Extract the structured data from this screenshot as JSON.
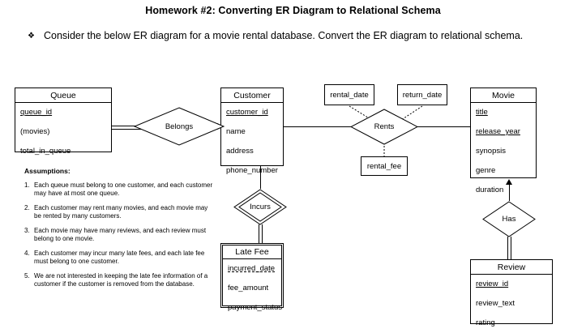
{
  "header": {
    "title": "Homework #2: Converting ER Diagram to Relational Schema",
    "bullet_glyph": "❖",
    "bullet_text": "Consider the below ER diagram for a movie rental database. Convert the ER diagram to relational schema."
  },
  "diagram": {
    "entities": [
      {
        "id": "queue",
        "name": "Queue",
        "weak": false,
        "attributes": [
          {
            "label": "queue_id",
            "key": true
          },
          {
            "label": "(movies)",
            "key": false
          },
          {
            "label": "total_in_queue",
            "key": false
          }
        ]
      },
      {
        "id": "customer",
        "name": "Customer",
        "weak": false,
        "attributes": [
          {
            "label": "customer_id",
            "key": true
          },
          {
            "label": "name",
            "key": false
          },
          {
            "label": "address",
            "key": false
          },
          {
            "label": "phone_number",
            "key": false
          }
        ]
      },
      {
        "id": "movie",
        "name": "Movie",
        "weak": false,
        "attributes": [
          {
            "label": "title",
            "key": true
          },
          {
            "label": "release_year",
            "key": true
          },
          {
            "label": "synopsis",
            "key": false
          },
          {
            "label": "genre",
            "key": false
          },
          {
            "label": "duration",
            "key": false
          }
        ]
      },
      {
        "id": "latefee",
        "name": "Late Fee",
        "weak": true,
        "attributes": [
          {
            "label": "incurred_date",
            "key": false,
            "partial_key": true
          },
          {
            "label": "fee_amount",
            "key": false
          },
          {
            "label": "payment_status",
            "key": false
          }
        ]
      },
      {
        "id": "review",
        "name": "Review",
        "weak": false,
        "attributes": [
          {
            "label": "review_id",
            "key": true
          },
          {
            "label": "review_text",
            "key": false
          },
          {
            "label": "rating",
            "key": false
          }
        ]
      }
    ],
    "relationships": [
      {
        "id": "belongs",
        "label": "Belongs",
        "identifying": false
      },
      {
        "id": "rents",
        "label": "Rents",
        "identifying": false
      },
      {
        "id": "incurs",
        "label": "Incurs",
        "identifying": true
      },
      {
        "id": "has",
        "label": "Has",
        "identifying": false
      }
    ],
    "relationship_attributes": [
      {
        "id": "rental_date",
        "label": "rental_date"
      },
      {
        "id": "return_date",
        "label": "return_date"
      },
      {
        "id": "rental_fee",
        "label": "rental_fee"
      }
    ]
  },
  "assumptions": {
    "title": "Assumptions:",
    "items": [
      {
        "num": "1.",
        "text": "Each queue must belong to one customer, and each customer may have at most one queue."
      },
      {
        "num": "2.",
        "text": "Each customer may rent many movies, and each movie may be rented by many customers."
      },
      {
        "num": "3.",
        "text": "Each movie may have many reviews, and each review must belong to one movie."
      },
      {
        "num": "4.",
        "text": "Each customer may incur many late fees, and each late fee must belong to one customer."
      },
      {
        "num": "5.",
        "text": "We are not interested in keeping the late fee information of a customer if the customer is removed from the database."
      }
    ]
  }
}
